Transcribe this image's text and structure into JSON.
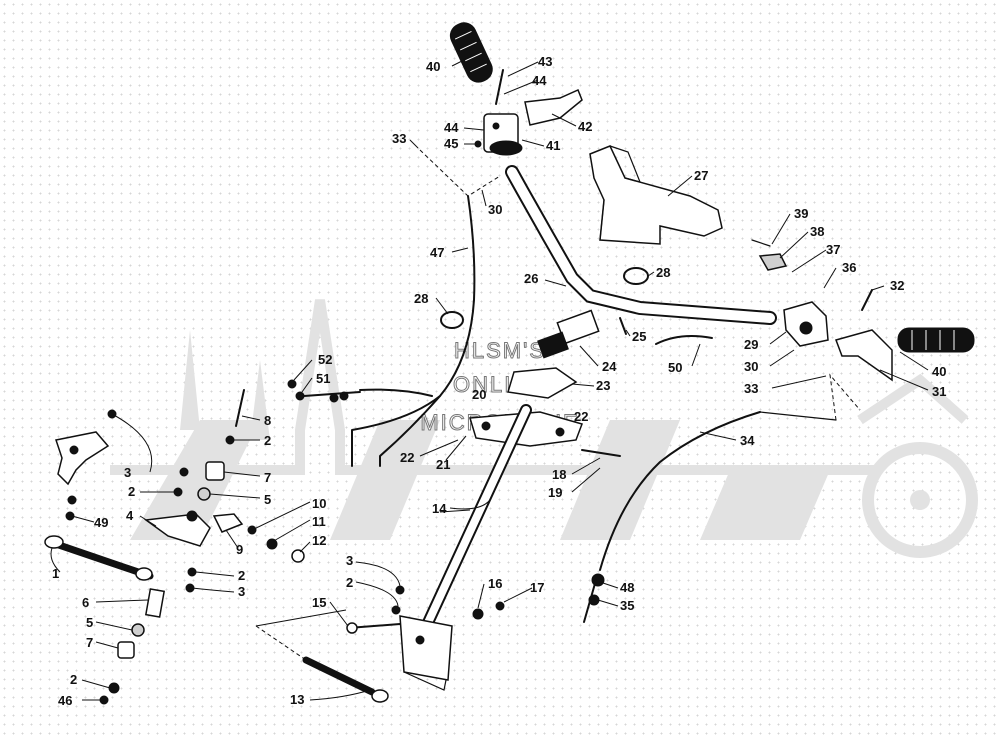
{
  "watermark": {
    "lines": [
      "HLSM'S",
      "ONLINE",
      "MICROFICHE"
    ]
  },
  "colors": {
    "ink": "#111111",
    "watermark_shape": "#e2e2e2",
    "background_dots": "#d6d6d6"
  },
  "callouts": [
    {
      "id": "c40a",
      "text": "40"
    },
    {
      "id": "c43",
      "text": "43"
    },
    {
      "id": "c44a",
      "text": "44"
    },
    {
      "id": "c42",
      "text": "42"
    },
    {
      "id": "c44b",
      "text": "44"
    },
    {
      "id": "c45",
      "text": "45"
    },
    {
      "id": "c41",
      "text": "41"
    },
    {
      "id": "c33a",
      "text": "33"
    },
    {
      "id": "c27",
      "text": "27"
    },
    {
      "id": "c30a",
      "text": "30"
    },
    {
      "id": "c39",
      "text": "39"
    },
    {
      "id": "c38",
      "text": "38"
    },
    {
      "id": "c37",
      "text": "37"
    },
    {
      "id": "c36",
      "text": "36"
    },
    {
      "id": "c47",
      "text": "47"
    },
    {
      "id": "c26",
      "text": "26"
    },
    {
      "id": "c28a",
      "text": "28"
    },
    {
      "id": "c32",
      "text": "32"
    },
    {
      "id": "c28b",
      "text": "28"
    },
    {
      "id": "c25",
      "text": "25"
    },
    {
      "id": "c29",
      "text": "29"
    },
    {
      "id": "c24",
      "text": "24"
    },
    {
      "id": "c30b",
      "text": "30"
    },
    {
      "id": "c40b",
      "text": "40"
    },
    {
      "id": "c52",
      "text": "52"
    },
    {
      "id": "c50",
      "text": "50"
    },
    {
      "id": "c51",
      "text": "51"
    },
    {
      "id": "c23",
      "text": "23"
    },
    {
      "id": "c33b",
      "text": "33"
    },
    {
      "id": "c31",
      "text": "31"
    },
    {
      "id": "c20",
      "text": "20"
    },
    {
      "id": "c8",
      "text": "8"
    },
    {
      "id": "c22a",
      "text": "22"
    },
    {
      "id": "c2a",
      "text": "2"
    },
    {
      "id": "c34",
      "text": "34"
    },
    {
      "id": "c22b",
      "text": "22"
    },
    {
      "id": "c21",
      "text": "21"
    },
    {
      "id": "c3a",
      "text": "3"
    },
    {
      "id": "c7a",
      "text": "7"
    },
    {
      "id": "c18",
      "text": "18"
    },
    {
      "id": "c2b",
      "text": "2"
    },
    {
      "id": "c5a",
      "text": "5"
    },
    {
      "id": "c19",
      "text": "19"
    },
    {
      "id": "c4",
      "text": "4"
    },
    {
      "id": "c10",
      "text": "10"
    },
    {
      "id": "c14",
      "text": "14"
    },
    {
      "id": "c49",
      "text": "49"
    },
    {
      "id": "c11",
      "text": "11"
    },
    {
      "id": "c9",
      "text": "9"
    },
    {
      "id": "c12",
      "text": "12"
    },
    {
      "id": "c1",
      "text": "1"
    },
    {
      "id": "c2c",
      "text": "2"
    },
    {
      "id": "c3b",
      "text": "3"
    },
    {
      "id": "c3c",
      "text": "3"
    },
    {
      "id": "c48",
      "text": "48"
    },
    {
      "id": "c2d",
      "text": "2"
    },
    {
      "id": "c16",
      "text": "16"
    },
    {
      "id": "c17",
      "text": "17"
    },
    {
      "id": "c35",
      "text": "35"
    },
    {
      "id": "c6",
      "text": "6"
    },
    {
      "id": "c15",
      "text": "15"
    },
    {
      "id": "c5b",
      "text": "5"
    },
    {
      "id": "c7b",
      "text": "7"
    },
    {
      "id": "c13",
      "text": "13"
    },
    {
      "id": "c2e",
      "text": "2"
    },
    {
      "id": "c46",
      "text": "46"
    }
  ]
}
